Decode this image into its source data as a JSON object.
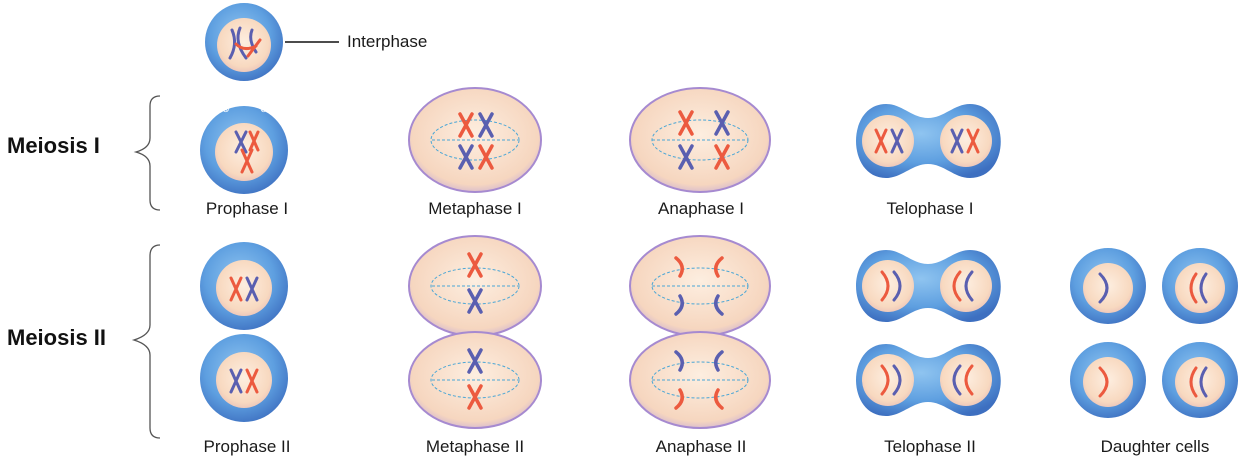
{
  "labels": {
    "interphase": "Interphase",
    "meiosis_1": "Meiosis I",
    "meiosis_2": "Meiosis II",
    "prophase_1": "Prophase I",
    "metaphase_1": "Metaphase I",
    "anaphase_1": "Anaphase I",
    "telophase_1": "Telophase I",
    "prophase_2": "Prophase II",
    "metaphase_2": "Metaphase II",
    "anaphase_2": "Anaphase II",
    "telophase_2": "Telophase II",
    "daughter_cells": "Daughter cells"
  },
  "colors": {
    "membrane_blue": "#4f8fd6",
    "cytoplasm_peach": "#f9dcc4",
    "chromosome_red": "#ec5a3f",
    "chromosome_blue": "#5a5fb0",
    "spindle": "#4aa6d6"
  }
}
